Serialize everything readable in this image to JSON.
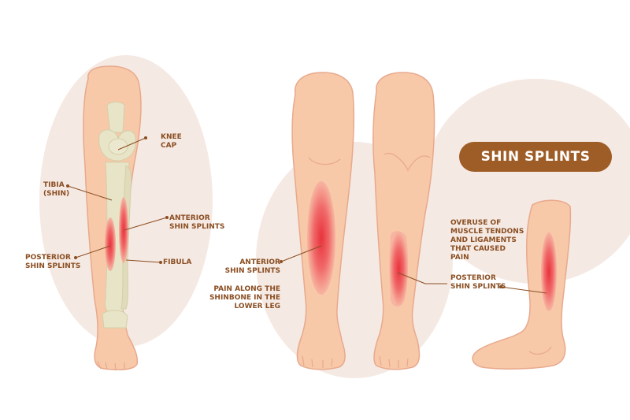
{
  "title": "SHIN SPLINTS",
  "colors": {
    "skin": "#f7c9a9",
    "skin_outline": "#e8a98d",
    "bone": "#e8e4c8",
    "background_blob": "#f5e9e3",
    "label_text": "#8a4e22",
    "title_pill": "#9e5c26",
    "pain": "#e8323c"
  },
  "labels": {
    "knee_cap": [
      "KNEE",
      "CAP"
    ],
    "tibia": [
      "TIBIA",
      "(SHIN)"
    ],
    "anterior_front": [
      "ANTERIOR",
      "SHIN SPLINTS"
    ],
    "posterior_front": [
      "POSTERIOR",
      "SHIN SPLINTS"
    ],
    "fibula": [
      "FIBULA"
    ],
    "anterior_middle": [
      "ANTERIOR",
      "SHIN SPLINTS"
    ],
    "pain_along": [
      "PAIN ALONG THE",
      "SHINBONE IN THE",
      "LOWER LEG"
    ],
    "overuse": [
      "OVERUSE OF",
      "MUSCLE TENDONS",
      "AND LIGAMENTS",
      "THAT CAUSED",
      "PAIN"
    ],
    "posterior_right": [
      "POSTERIOR",
      "SHIN SPLINTS"
    ]
  }
}
